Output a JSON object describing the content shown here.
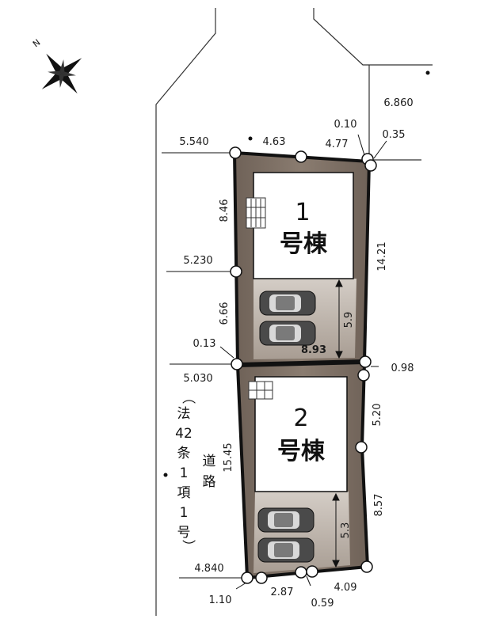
{
  "compass": {
    "label": "N"
  },
  "lot1": {
    "number": "1",
    "word": "号棟",
    "dims": {
      "top_left_road": "5.540",
      "top_a": "4.63",
      "top_b": "4.77",
      "corner_a": "0.10",
      "corner_b": "0.35",
      "right_far": "6.860",
      "left_upper": "8.46",
      "left_lower": "6.66",
      "side_road": "5.230",
      "right_side": "14.21",
      "parking_depth": "5.9",
      "shared": "8.93",
      "offset_left": "0.13"
    }
  },
  "lot2": {
    "number": "2",
    "word": "号棟",
    "dims": {
      "road_top": "5.030",
      "offset_right": "0.98",
      "right_upper": "5.20",
      "left_side": "15.45",
      "parking_depth": "5.3",
      "right_lower": "8.57",
      "road_bottom": "4.840",
      "bottom_a": "1.10",
      "bottom_b": "2.87",
      "bottom_c": "0.59",
      "bottom_d": "4.09"
    }
  },
  "road": {
    "paren_open": "（",
    "line1": [
      "法",
      "42",
      "条",
      "1",
      "項",
      "1",
      "号"
    ],
    "paren_close": "）",
    "name": [
      "道",
      "路"
    ]
  },
  "colors": {
    "lot_fill": "#7c6e62",
    "lot_border": "#111111",
    "house_fill": "#ffffff",
    "driveway_top": "#c9c2bb",
    "driveway_bottom": "#b8aea5"
  }
}
